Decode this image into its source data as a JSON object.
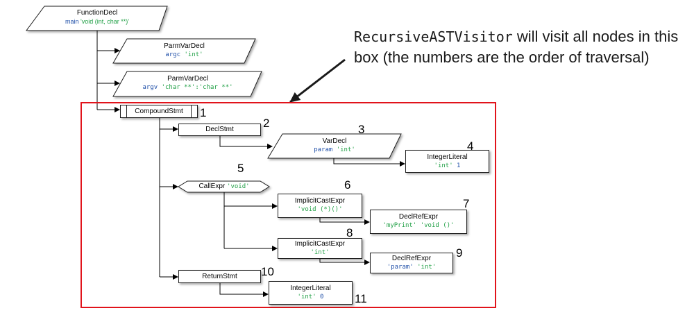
{
  "caption": {
    "code": "RecursiveASTVisitor",
    "text": " will visit all nodes in this box (the numbers are the order of traversal)"
  },
  "nodes": {
    "function_decl": {
      "title": "FunctionDecl",
      "name": "main",
      "type": "'void (int, char **)'"
    },
    "parm_argc": {
      "title": "ParmVarDecl",
      "name": "argc",
      "type": "'int'"
    },
    "parm_argv": {
      "title": "ParmVarDecl",
      "name": "argv",
      "type": "'char **':'char **'"
    },
    "compound_stmt": {
      "title": "CompoundStmt",
      "order": "1"
    },
    "decl_stmt": {
      "title": "DeclStmt",
      "order": "2"
    },
    "var_decl": {
      "title": "VarDecl",
      "name": "param",
      "type": "'int'",
      "order": "3"
    },
    "integer_literal_1": {
      "title": "IntegerLiteral",
      "type": "'int'",
      "value": "1",
      "order": "4"
    },
    "call_expr": {
      "title": "CallExpr",
      "type": "'void'",
      "order": "5"
    },
    "implicit_cast_1": {
      "title": "ImplicitCastExpr",
      "type": "'void (*)()'",
      "order": "6"
    },
    "decl_ref_myprint": {
      "title": "DeclRefExpr",
      "name": "'myPrint'",
      "type": "'void ()'",
      "order": "7"
    },
    "implicit_cast_2": {
      "title": "ImplicitCastExpr",
      "type": "'int'",
      "order": "8"
    },
    "decl_ref_param": {
      "title": "DeclRefExpr",
      "name": "'param'",
      "type": "'int'",
      "order": "9"
    },
    "return_stmt": {
      "title": "ReturnStmt",
      "order": "10"
    },
    "integer_literal_0": {
      "title": "IntegerLiteral",
      "type": "'int'",
      "value": "0",
      "order": "11"
    }
  },
  "colors": {
    "highlight_box": "#e1131b",
    "name_text": "#1f4fa8",
    "type_text": "#21a046"
  }
}
